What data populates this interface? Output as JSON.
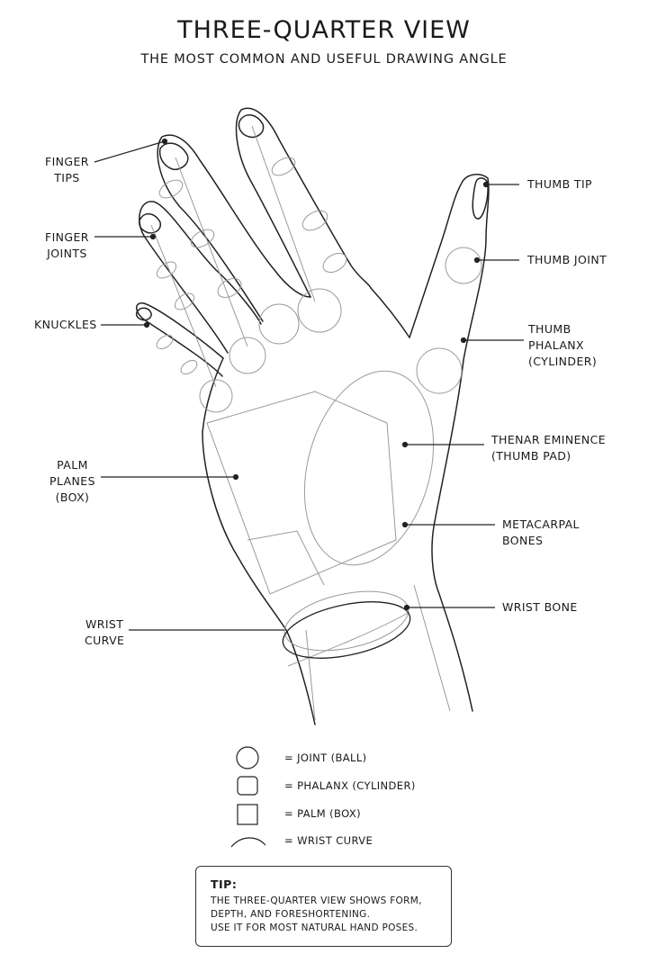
{
  "header": {
    "title": "THREE-QUARTER VIEW",
    "subtitle": "THE MOST COMMON AND USEFUL DRAWING ANGLE"
  },
  "labels": {
    "finger_tips": [
      "FINGER",
      "TIPS"
    ],
    "finger_joints": [
      "FINGER",
      "JOINTS"
    ],
    "knuckles": [
      "KNUCKLES"
    ],
    "palm_planes": [
      "PALM",
      "PLANES",
      "(BOX)"
    ],
    "wrist_curve": [
      "WRIST",
      "CURVE"
    ],
    "thumb_tip": [
      "THUMB TIP"
    ],
    "thumb_joint": [
      "THUMB JOINT"
    ],
    "thumb_phalanx": [
      "THUMB",
      "PHALANX",
      "(CYLINDER)"
    ],
    "thenar_eminence": [
      "THENAR EMINENCE",
      "(THUMB PAD)"
    ],
    "metacarpal_bones": [
      "METACARPAL",
      "BONES"
    ],
    "wrist_bone": [
      "WRIST BONE"
    ]
  },
  "legend": [
    {
      "icon": "circle-icon",
      "text": "= JOINT (BALL)"
    },
    {
      "icon": "rounded-square-icon",
      "text": "= PHALANX (CYLINDER)"
    },
    {
      "icon": "square-icon",
      "text": "= PALM (BOX)"
    },
    {
      "icon": "arc-icon",
      "text": "= WRIST CURVE"
    }
  ],
  "tip": {
    "title": "TIP:",
    "lines": [
      "THE THREE-QUARTER VIEW SHOWS FORM,",
      "DEPTH, AND FORESHORTENING.",
      "USE IT FOR MOST NATURAL HAND POSES."
    ]
  }
}
